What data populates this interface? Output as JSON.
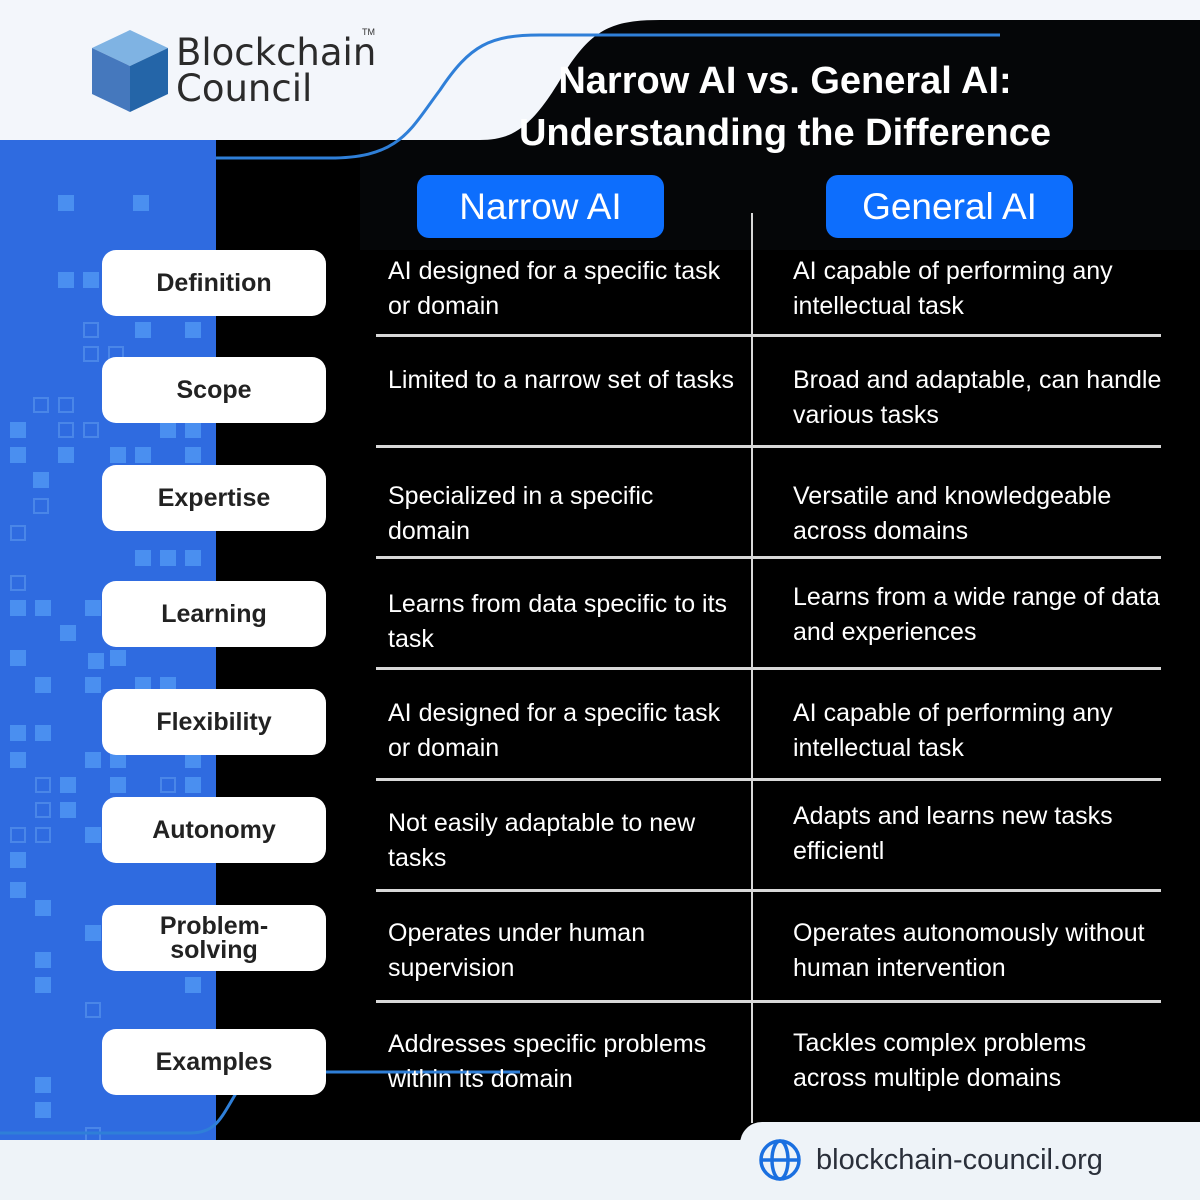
{
  "brand": {
    "logo_line1": "Blockchain",
    "logo_line2": "Council",
    "trademark": "TM",
    "logo_icon": "cube-icon"
  },
  "title": {
    "line1": "Narrow AI vs. General AI:",
    "line2": "Understanding the Difference"
  },
  "columns": {
    "narrow": "Narrow AI",
    "general": "General AI"
  },
  "rows": [
    {
      "label": "Definition",
      "narrow": "AI designed for a specific task or domain",
      "general": "AI capable of performing any intellectual task"
    },
    {
      "label": "Scope",
      "narrow": "Limited to a narrow set of tasks",
      "general": "Broad and adaptable, can handle various tasks"
    },
    {
      "label": "Expertise",
      "narrow": "Specialized in a specific domain",
      "general": "Versatile and knowledgeable across domains"
    },
    {
      "label": "Learning",
      "narrow": "Learns from data specific to its task",
      "general": "Learns from a wide range of data and experiences"
    },
    {
      "label": "Flexibility",
      "narrow": "AI designed for a specific task or domain",
      "general": "AI capable of performing any intellectual task"
    },
    {
      "label": "Autonomy",
      "narrow": "Not easily adaptable to new tasks",
      "general": "Adapts and learns new tasks efficientl"
    },
    {
      "label": "Problem-solving",
      "narrow": "Operates under human supervision",
      "general": "Operates autonomously without human intervention"
    },
    {
      "label": "Examples",
      "narrow": "Addresses specific problems within its domain",
      "general": "Tackles complex problems across multiple domains"
    }
  ],
  "footer": {
    "url": "blockchain-council.org",
    "icon": "globe-icon"
  },
  "colors": {
    "accent_blue": "#0d6efd",
    "panel_blue": "#2f6be0",
    "background": "#000000",
    "light": "#f3f6fb"
  }
}
